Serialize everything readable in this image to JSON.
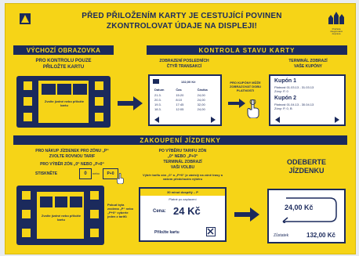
{
  "header": {
    "line1": "PŘED PŘILOŽENÍM KARTY JE CESTUJÍCÍ POVINEN",
    "line2": "ZKONTROLOVAT ÚDAJE NA DISPLEJI!",
    "logo_right_text": "Pražská integrovaná doprava"
  },
  "section_default": {
    "title": "VÝCHOZÍ OBRAZOVKA",
    "instruction_line1": "PRO KONTROLU POUZE",
    "instruction_line2": "PŘILOŽTE KARTU",
    "screen_text": "Zvolte jízdné nebo přiložte kartu"
  },
  "section_check": {
    "title": "KONTROLA STAVU KARTY",
    "left_caption_line1": "ZOBRAZENÍ POSLEDNÍCH",
    "left_caption_line2": "ČTYŘ TRANSAKCÍ",
    "right_caption_line1": "TERMINÁL ZOBRAZÍ",
    "right_caption_line2": "VAŠE KUPÓNY",
    "middle_note": "PRO KUPÓNY MŮŽE ZOBRAZOVAT DOBU PLATNOSTI",
    "transactions_header": [
      "Datum",
      "Čas",
      "Částka"
    ],
    "transactions_balance": "132,00 Kč",
    "transactions": [
      [
        "21.3.",
        "15:20",
        "24,00"
      ],
      [
        "20.3.",
        "8:10",
        "24,00"
      ],
      [
        "19.3.",
        "17:45",
        "32,00"
      ],
      [
        "18.3.",
        "12:05",
        "24,00"
      ]
    ],
    "coupon1_title": "Kupón 1",
    "coupon1_line": "Platnost 01.03.13 - 31.03.13",
    "coupon1_zones": "Zóny: P, 0",
    "coupon2_title": "Kupón 2",
    "coupon2_line": "Platnost 01.04.13 - 30.04.13",
    "coupon2_zones": "Zóny: P, 0, B"
  },
  "section_buy": {
    "title": "ZAKOUPENÍ JÍZDENKY",
    "left_line1": "PRO NÁKUP JÍZDENEK PRO ZÓNU „P“",
    "left_line2": "ZVOLTE ROVNOU TARIF",
    "left_line3": "PRO VÝBĚR ZÓN „0“ NEBO „P+0“",
    "left_line4": "STISKNĚTE",
    "left_or": "nebo",
    "zone_btn1": "0",
    "zone_btn2": "P+0",
    "left_note": "Pokud byla zvolena „P“ nebo „P+0“ vyberte jeden z tarifů",
    "mid_line1": "PO VÝBĚRU TARIFU ZÓN",
    "mid_line2": "„0“ NEBO „P+0“",
    "mid_line3": "TERMINÁL ZOBRAZÍ",
    "mid_line4": "VAŠI VOLBU",
    "mid_note": "Výběr tarifu zón „0“ a „P+0“ je závislý na zóně trasy a vašem předchozím výběru",
    "ticket_caption": "30 minut dospělý – P",
    "ticket_subcaption": "Platné po zaplacení",
    "price_label": "Cena:",
    "price_value": "24 Kč",
    "attach_label": "Přiložte kartu",
    "right_title_line1": "ODEBERTE",
    "right_title_line2": "JÍZDENKU",
    "result_price": "24,00 Kč",
    "balance_label": "Zůstatek",
    "balance_value": "132,00 Kč"
  },
  "colors": {
    "yellow": "#f6d417",
    "navy": "#1b2a5c",
    "bar_text": "#f6d417"
  }
}
